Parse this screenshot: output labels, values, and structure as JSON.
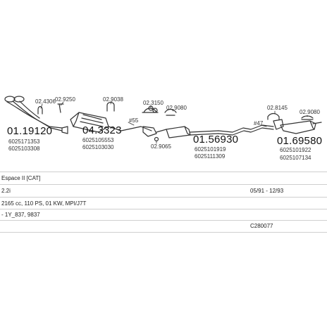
{
  "parts": {
    "front_pipe": "01.19120",
    "front_pipe_oem1": "6025171353",
    "front_pipe_oem2": "6025103308",
    "catalyst": "04.3323",
    "catalyst_oem1": "6025105553",
    "catalyst_oem2": "6025103030",
    "middle_silencer": "01.56930",
    "middle_silencer_oem1": "6025101919",
    "middle_silencer_oem2": "6025111309",
    "rear_silencer": "01.69580",
    "rear_silencer_oem1": "6025101922",
    "rear_silencer_oem2": "6025107134"
  },
  "fittings": {
    "f1": "02.4306",
    "f2": "02.9250",
    "f3": "02.9038",
    "f4": "02.3150",
    "f5": "02.9080",
    "f6": "02.9065",
    "f7": "02.8145",
    "f8": "02.9080"
  },
  "dims": {
    "d1": "#55",
    "d2": "#47"
  },
  "info": {
    "model": "Espace II [CAT]",
    "engine": "2.2i",
    "years": "05/91 - 12/93",
    "specs": "2165 cc, 110 PS, 01 KW, MPI/J7T",
    "codes": "- 1Y_837, 9837",
    "kit_number": "C280077"
  }
}
